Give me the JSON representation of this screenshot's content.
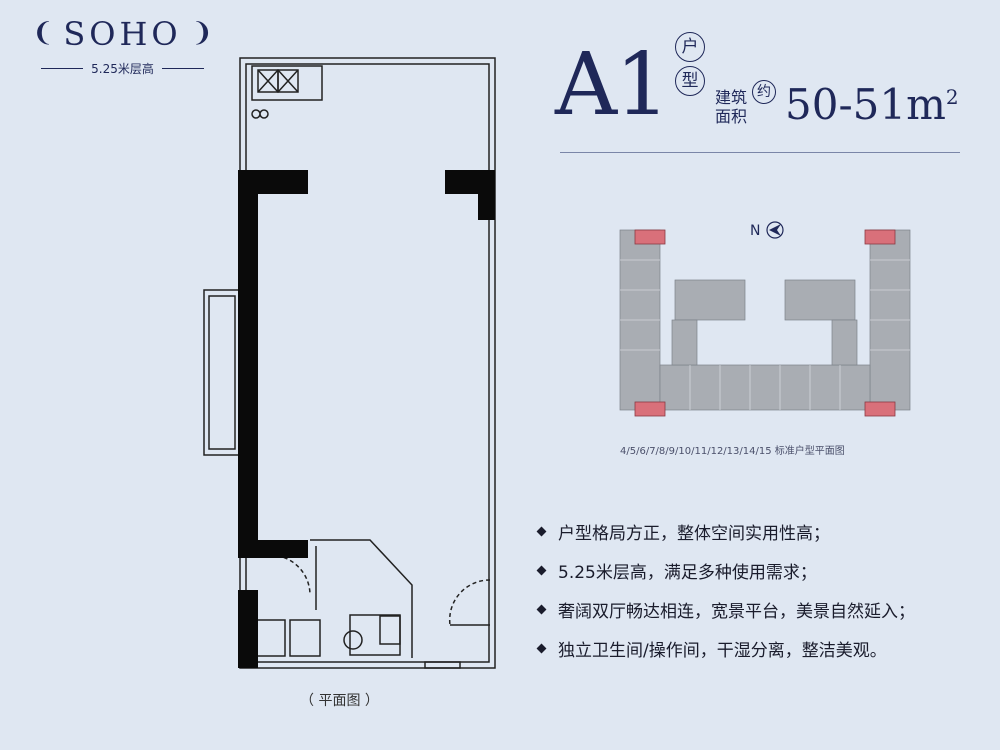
{
  "brand": {
    "title": "SOHO",
    "subtitle": "5.25米层高"
  },
  "unit": {
    "code": "A1",
    "type_char_1": "户",
    "type_char_2": "型",
    "area_label_line1": "建筑",
    "area_label_line2": "面积",
    "approx_char": "约",
    "area_value": "50-51m",
    "area_sup": "2"
  },
  "compass": {
    "label": "N"
  },
  "keyplan": {
    "caption": "4/5/6/7/8/9/10/11/12/13/14/15 标准户型平面图"
  },
  "floorplan": {
    "caption": "（ 平面图 ）"
  },
  "features": [
    "户型格局方正，整体空间实用性高；",
    "5.25米层高，满足多种使用需求；",
    "奢阔双厅畅达相连，宽景平台，美景自然延入；",
    "独立卫生间/操作间，干湿分离，整洁美观。"
  ],
  "colors": {
    "brand": "#1f2859",
    "background": "#dfe7f2",
    "highlight": "#d9707a"
  }
}
